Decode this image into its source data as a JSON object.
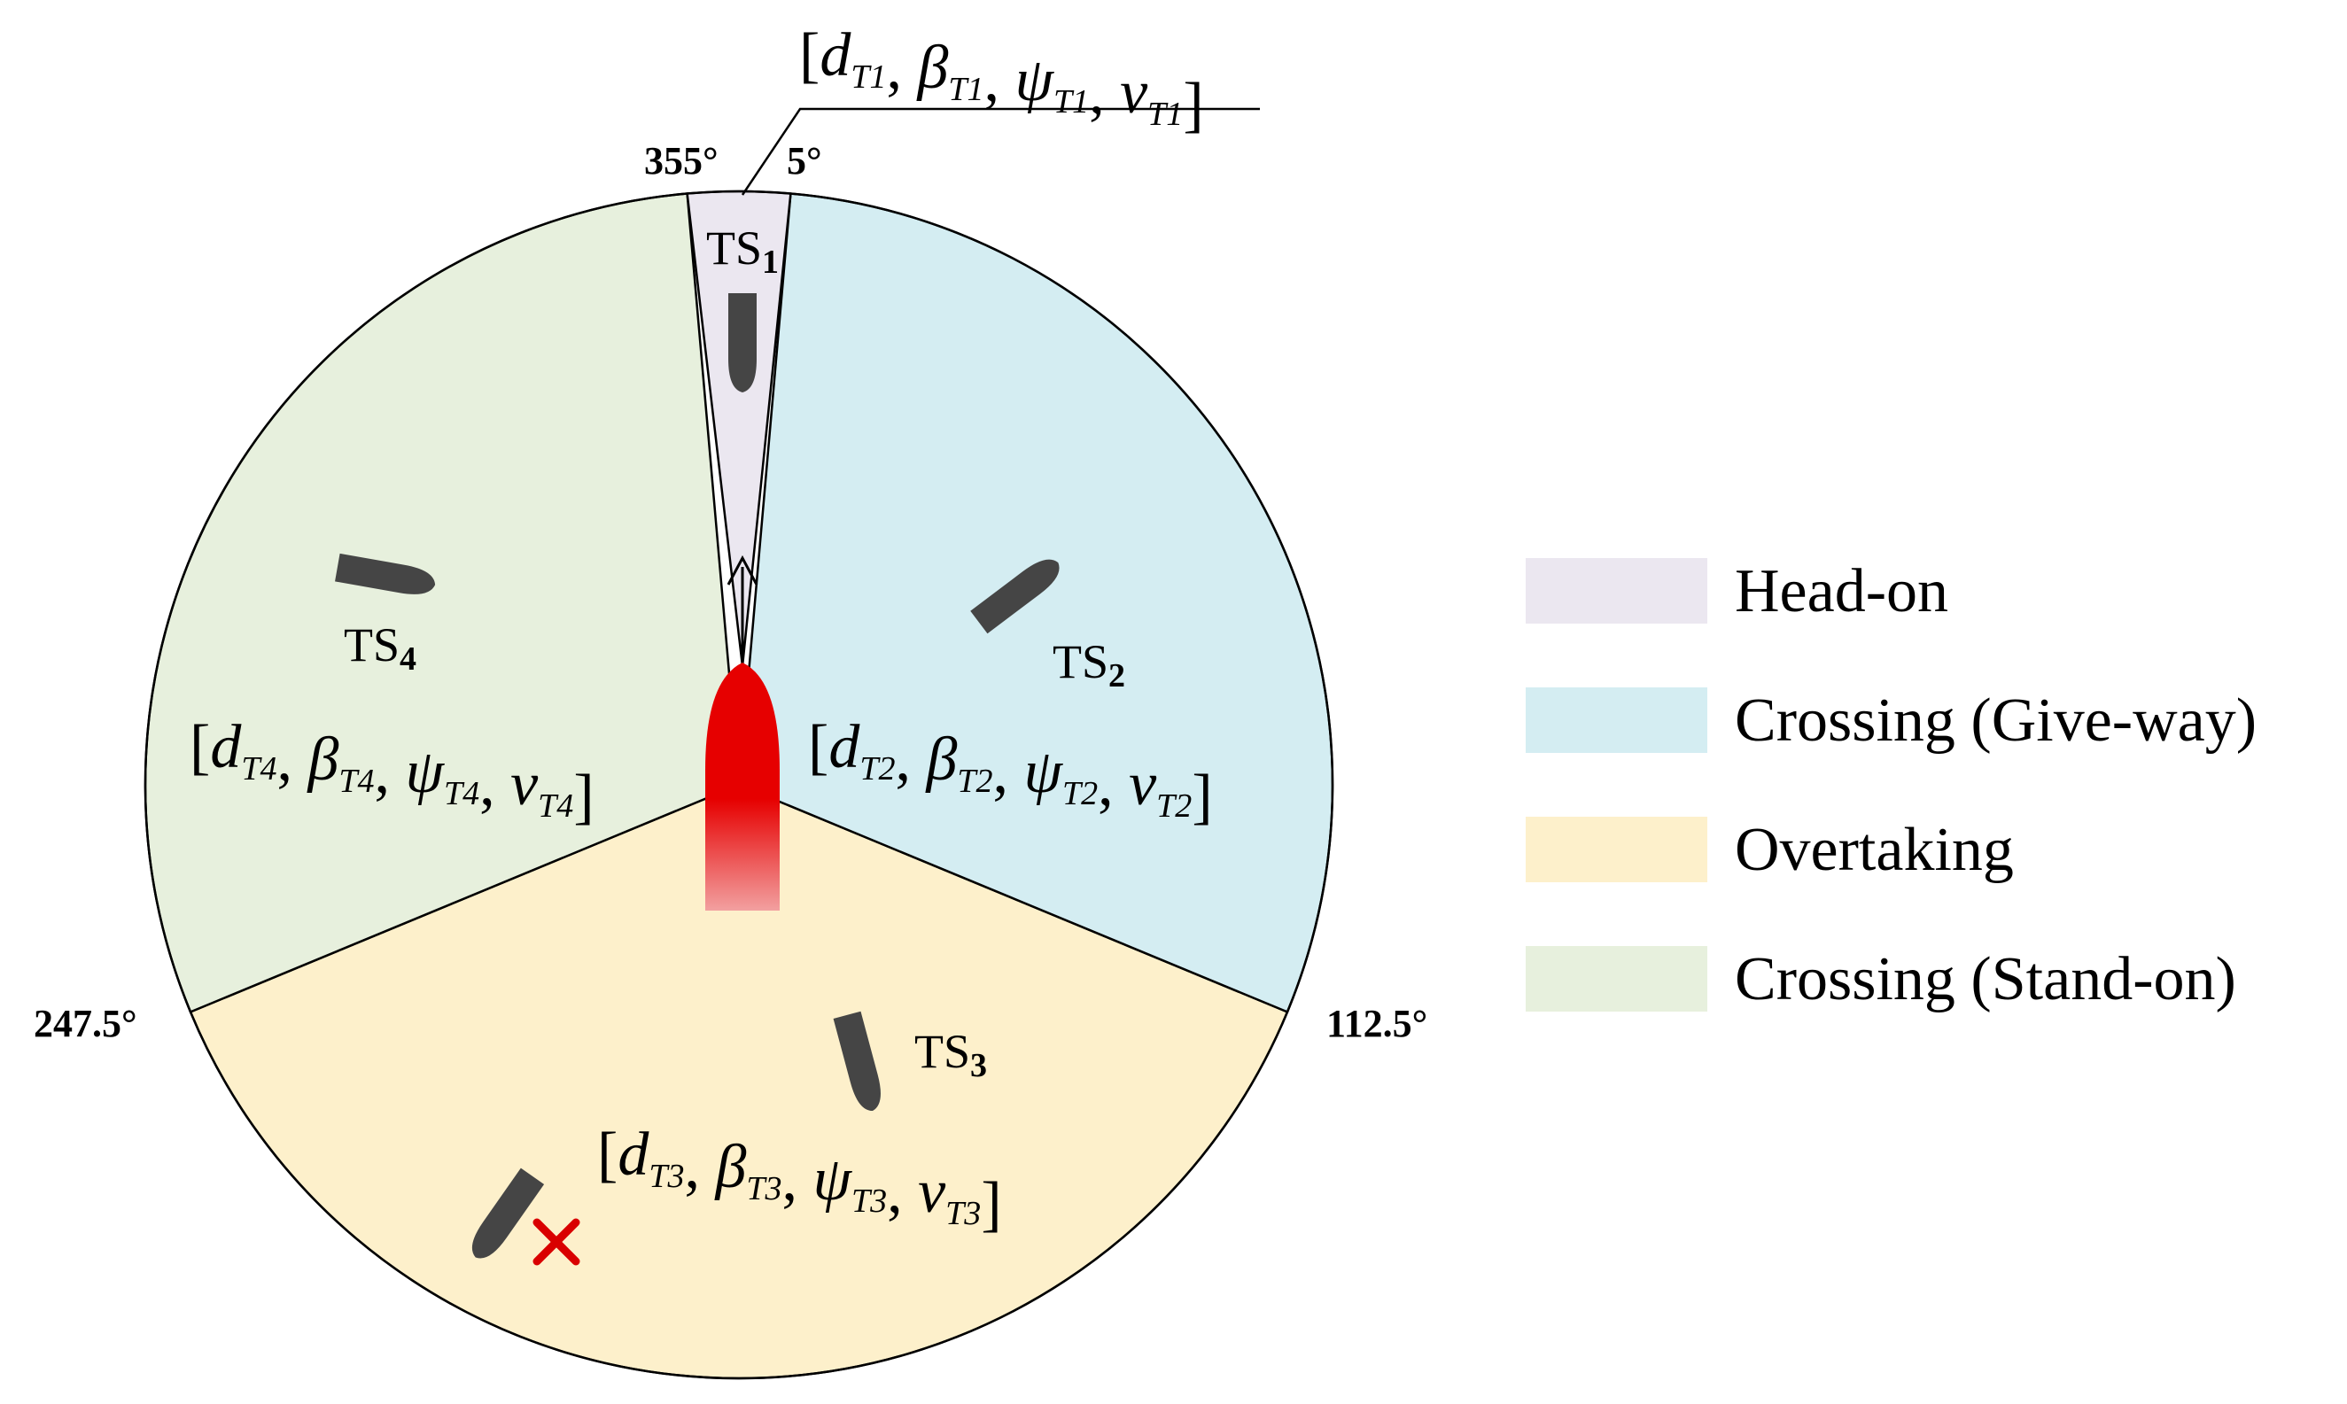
{
  "colors": {
    "head_on": "#ebe7f0",
    "crossing_give_way": "#d4edf2",
    "overtaking": "#fdf0cb",
    "crossing_stand_on": "#e7f0dd",
    "target_ship": "#454545",
    "own_ship_red": "#e60000",
    "cross_mark": "#d90000"
  },
  "angle_labels": {
    "a355": "355°",
    "a5": "5°",
    "a112": "112.5°",
    "a247": "247.5°"
  },
  "ships": {
    "ts1": {
      "name": "TS",
      "sub": "1",
      "vector": {
        "d": "d",
        "beta": "β",
        "psi": "ψ",
        "v": "v",
        "sub": "T1"
      }
    },
    "ts2": {
      "name": "TS",
      "sub": "2",
      "vector": {
        "d": "d",
        "beta": "β",
        "psi": "ψ",
        "v": "v",
        "sub": "T2"
      }
    },
    "ts3": {
      "name": "TS",
      "sub": "3",
      "vector": {
        "d": "d",
        "beta": "β",
        "psi": "ψ",
        "v": "v",
        "sub": "T3"
      }
    },
    "ts4": {
      "name": "TS",
      "sub": "4",
      "vector": {
        "d": "d",
        "beta": "β",
        "psi": "ψ",
        "v": "v",
        "sub": "T4"
      }
    }
  },
  "legend": [
    {
      "key": "head_on",
      "label": "Head-on",
      "color": "#ebe7f0"
    },
    {
      "key": "crossing_give_way",
      "label": "Crossing (Give-way)",
      "color": "#d4edf2"
    },
    {
      "key": "overtaking",
      "label": "Overtaking",
      "color": "#fdf0cb"
    },
    {
      "key": "crossing_stand_on",
      "label": "Crossing (Stand-on)",
      "color": "#e7f0dd"
    }
  ]
}
